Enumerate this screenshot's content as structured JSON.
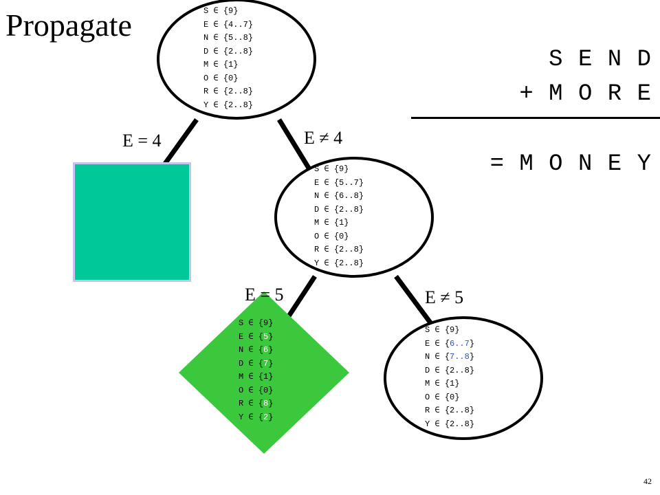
{
  "slide": {
    "title": "Propagate",
    "page_number": "42"
  },
  "puzzle": {
    "line1": "S E N D",
    "line2": "+ M O R E",
    "line3": "= M O N E Y"
  },
  "edges": {
    "e_eq_4": "E = 4",
    "e_neq_4": "E ≠ 4",
    "e_eq_5": "E = 5",
    "e_neq_5": "E ≠ 5"
  },
  "nodes": {
    "root": {
      "shape": "ellipse",
      "rows": [
        [
          "S ∈ {",
          "9",
          "}"
        ],
        [
          "E ∈ {",
          "4..7",
          "}"
        ],
        [
          "N ∈ {",
          "5..8",
          "}"
        ],
        [
          "D ∈ {",
          "2..8",
          "}"
        ],
        [
          "M ∈ {",
          "1",
          "}"
        ],
        [
          "O ∈ {",
          "0",
          "}"
        ],
        [
          "R ∈ {",
          "2..8",
          "}"
        ],
        [
          "Y ∈ {",
          "2..8",
          "}"
        ]
      ]
    },
    "middle": {
      "shape": "ellipse",
      "rows": [
        [
          "S ∈ {",
          "9",
          "}"
        ],
        [
          "E ∈ {",
          "5..7",
          "}"
        ],
        [
          "N ∈ {",
          "6..8",
          "}"
        ],
        [
          "D ∈ {",
          "2..8",
          "}"
        ],
        [
          "M ∈ {",
          "1",
          "}"
        ],
        [
          "O ∈ {",
          "0",
          "}"
        ],
        [
          "R ∈ {",
          "2..8",
          "}"
        ],
        [
          "Y ∈ {",
          "2..8",
          "}"
        ]
      ]
    },
    "solution": {
      "shape": "diamond",
      "color": "#3cc83c",
      "rows": [
        [
          "S ∈ {",
          "9",
          "}"
        ],
        [
          "E ∈ {",
          "5",
          "}"
        ],
        [
          "N ∈ {",
          "6",
          "}"
        ],
        [
          "D ∈ {",
          "7",
          "}"
        ],
        [
          "M ∈ {",
          "1",
          "}"
        ],
        [
          "O ∈ {",
          "0",
          "}"
        ],
        [
          "R ∈ {",
          "8",
          "}"
        ],
        [
          "Y ∈ {",
          "2",
          "}"
        ]
      ]
    },
    "right": {
      "shape": "ellipse",
      "rows": [
        [
          "S ∈ {",
          "9",
          "}"
        ],
        [
          "E ∈ {",
          "6..7",
          "}"
        ],
        [
          "N ∈ {",
          "7..8",
          "}"
        ],
        [
          "D ∈ {",
          "2..8",
          "}"
        ],
        [
          "M ∈ {",
          "1",
          "}"
        ],
        [
          "O ∈ {",
          "0",
          "}"
        ],
        [
          "R ∈ {",
          "2..8",
          "}"
        ],
        [
          "Y ∈ {",
          "2..8",
          "}"
        ]
      ]
    },
    "failed": {
      "shape": "square",
      "color": "#00c898",
      "border_color": "#c4c4ee"
    }
  }
}
